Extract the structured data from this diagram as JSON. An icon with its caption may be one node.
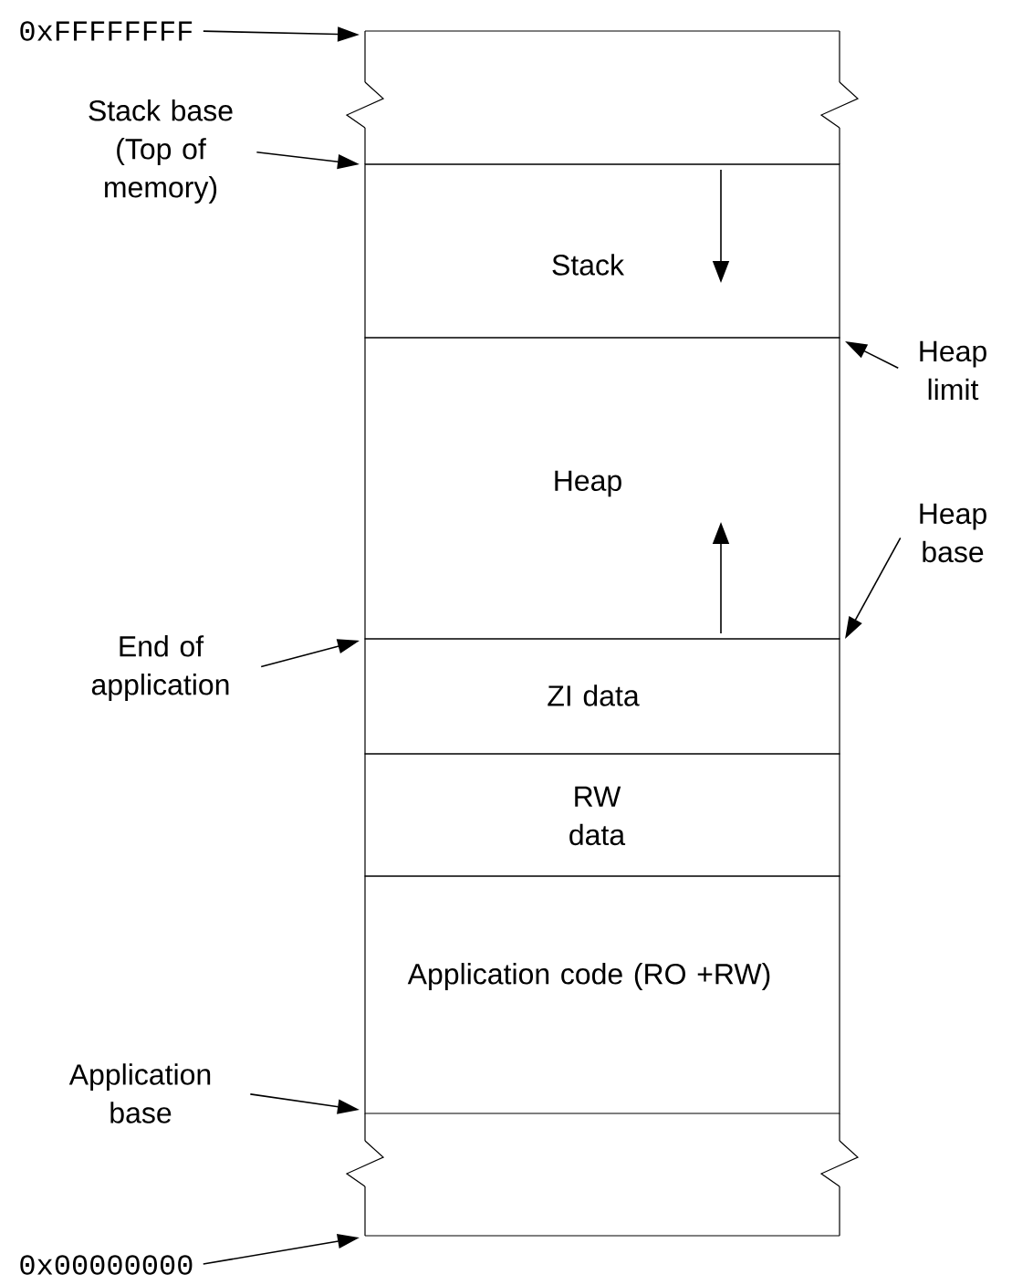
{
  "diagram": {
    "nodes": [
      {
        "text": [],
        "shape": "box"
      },
      {
        "text": [
          "Stack"
        ]
      },
      {
        "text": [
          "Heap"
        ]
      },
      {
        "text": [
          "ZI data"
        ]
      },
      {
        "text": [
          "RW data"
        ]
      },
      {
        "text": [
          "Application code (RO +RW)"
        ]
      },
      {
        "text": [],
        "shape": "box"
      },
      {
        "text": [
          "0xFFFFFFFF"
        ]
      },
      {
        "text": [
          "Stack base (Top of memory)"
        ]
      },
      {
        "text": [
          "Heap limit"
        ]
      },
      {
        "text": [
          "Heap base"
        ]
      },
      {
        "text": [
          "End of application"
        ]
      },
      {
        "text": [
          "Application base"
        ]
      },
      {
        "text": [
          "0x00000000"
        ]
      }
    ],
    "edges": [
      {
        "from": 7,
        "to": 0,
        "arrow": "to"
      },
      {
        "from": 8,
        "to": 0,
        "arrow": "to"
      },
      {
        "from": 9,
        "to": 2,
        "arrow": "to"
      },
      {
        "from": 10,
        "to": 3,
        "arrow": "to"
      },
      {
        "from": 11,
        "to": 3,
        "arrow": "to"
      },
      {
        "from": 12,
        "to": 6,
        "arrow": "to"
      },
      {
        "from": 13,
        "to": 6,
        "arrow": "to"
      }
    ]
  }
}
